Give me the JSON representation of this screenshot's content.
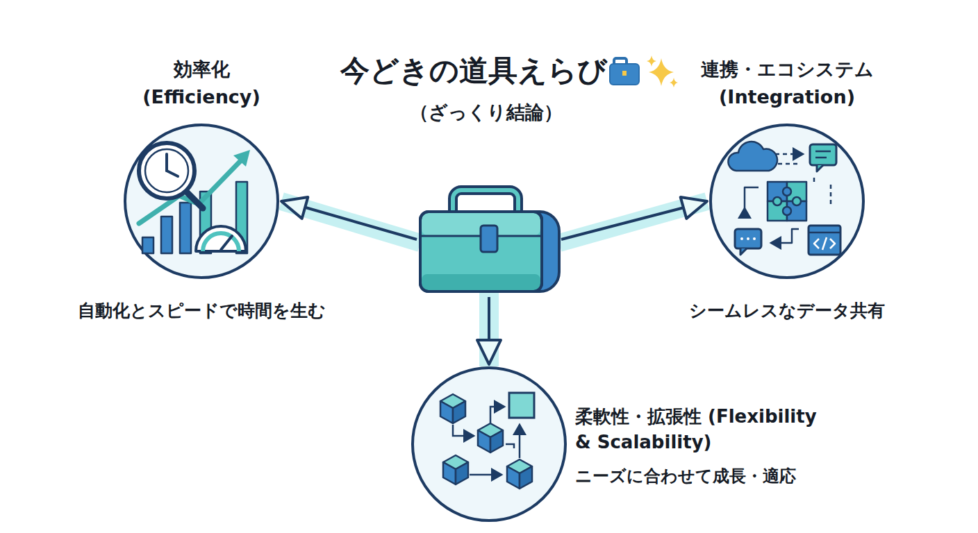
{
  "diagram": {
    "title": "今どきの道具えらび",
    "nodes": [
      {
        "text": [
          "効率化 (Efficiency)",
          "自動化とスピードで時間を生む"
        ]
      },
      {
        "text": [
          "連携・エコシステム (Integration)",
          "シームレスなデータ共有"
        ]
      },
      {
        "text": [
          "柔軟性・拡張性 (Flexibility & Scalability)",
          "ニーズに合わせて成長・適応"
        ]
      }
    ],
    "labels": [
      "（ざっくり結論）"
    ]
  }
}
